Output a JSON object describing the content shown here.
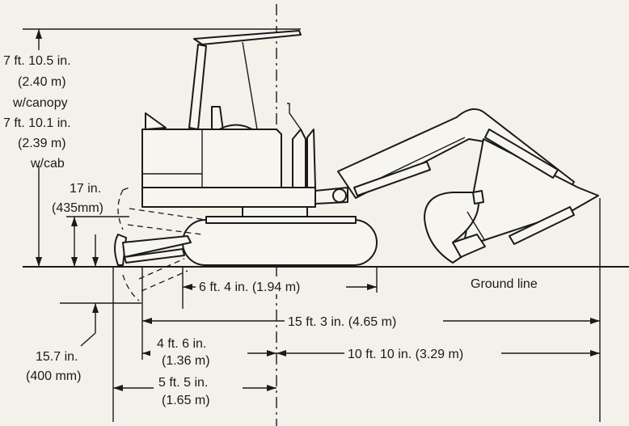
{
  "labels": {
    "canopy_height_ft": "7 ft. 10.5 in.",
    "canopy_height_m": "(2.40 m)",
    "canopy_note": "w/canopy",
    "cab_height_ft": "7 ft. 10.1 in.",
    "cab_height_m": "(2.39 m)",
    "cab_note": "w/cab",
    "blade_lift_in": "17 in.",
    "blade_lift_mm": "(435mm)",
    "track_length": "6 ft. 4 in. (1.94 m)",
    "ground_line": "Ground line",
    "overall_length": "15 ft. 3 in. (4.65 m)",
    "rear_ft": "4 ft. 6 in.",
    "rear_m": "(1.36 m)",
    "front_reach": "10 ft. 10 in. (3.29 m)",
    "blade_depth_in": "15.7 in.",
    "blade_depth_mm": "(400 mm)",
    "blade_to_center_ft": "5 ft. 5 in.",
    "blade_to_center_m": "(1.65 m)"
  }
}
